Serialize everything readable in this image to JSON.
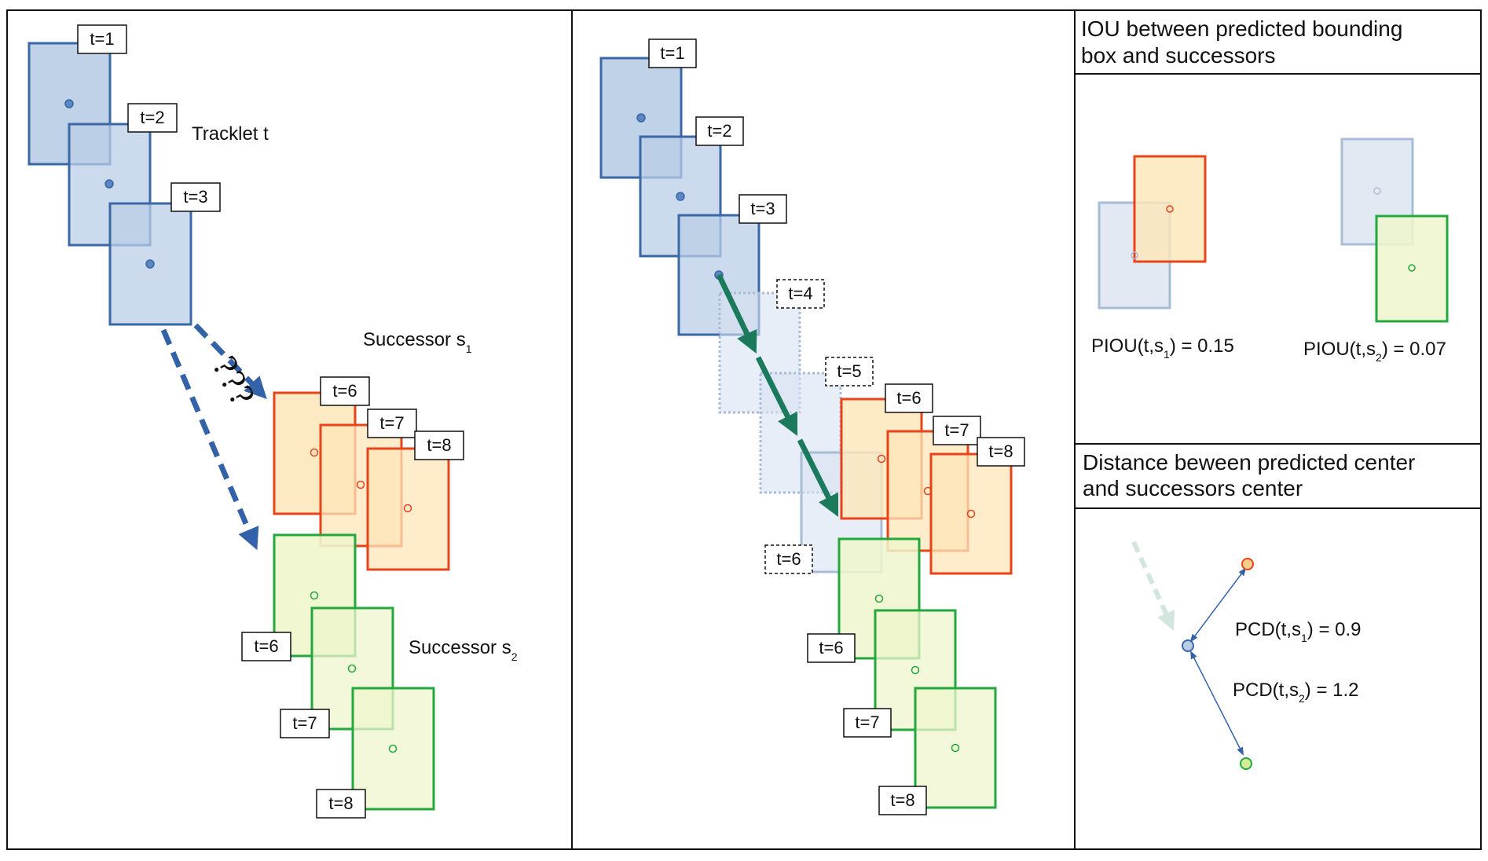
{
  "colors": {
    "blue_stroke": "#3a67a6",
    "blue_fill": "#b9cde6",
    "blue_arrow": "#3462a8",
    "orange_stroke": "#e8431a",
    "orange_fill": "#fde6b8",
    "green_stroke": "#22a83c",
    "green_fill": "#eef6cc",
    "teal_arrow": "#1b7a5c",
    "faint_blue": "#a8bcd8"
  },
  "left": {
    "tracklet_labels": [
      "t=1",
      "t=2",
      "t=3"
    ],
    "tracklet_name": "Tracklet t",
    "question_marks": "???",
    "s1": {
      "text": "Successor s",
      "sub": "1",
      "labels": [
        "t=6",
        "t=7",
        "t=8"
      ]
    },
    "s2": {
      "text": "Successor s",
      "sub": "2",
      "labels": [
        "t=6",
        "t=7",
        "t=8"
      ]
    }
  },
  "middle": {
    "tracklet_labels": [
      "t=1",
      "t=2",
      "t=3"
    ],
    "predicted_labels": [
      "t=4",
      "t=5",
      "t=6"
    ],
    "s1_labels": [
      "t=6",
      "t=7",
      "t=8"
    ],
    "s2_labels": [
      "t=6",
      "t=7",
      "t=8"
    ]
  },
  "right": {
    "iou_header_line1": "IOU between predicted bounding",
    "iou_header_line2": "box and successors",
    "piou1": {
      "pre": "PIOU(t,s",
      "sub": "1",
      "post": ") = 0.15"
    },
    "piou2": {
      "pre": "PIOU(t,s",
      "sub": "2",
      "post": ") = 0.07"
    },
    "dist_header_line1": "Distance beween predicted center",
    "dist_header_line2": "and successors center",
    "pcd1": {
      "pre": "PCD(t,s",
      "sub": "1",
      "post": ") = 0.9"
    },
    "pcd2": {
      "pre": "PCD(t,s",
      "sub": "2",
      "post": ") = 1.2"
    }
  }
}
